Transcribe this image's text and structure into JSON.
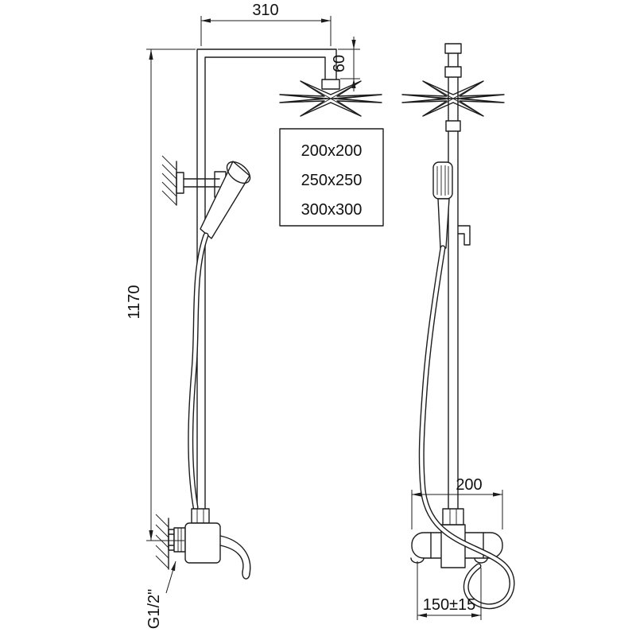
{
  "dimensions": {
    "top_width": "310",
    "head_drop": "60",
    "total_height": "1170",
    "mixer_width": "200",
    "supply_spacing": "150±15",
    "thread_size": "G1/2\""
  },
  "head_size_options": [
    "200x200",
    "250x250",
    "300x300"
  ],
  "colors": {
    "line": "#1c1c1c",
    "background": "#ffffff"
  }
}
